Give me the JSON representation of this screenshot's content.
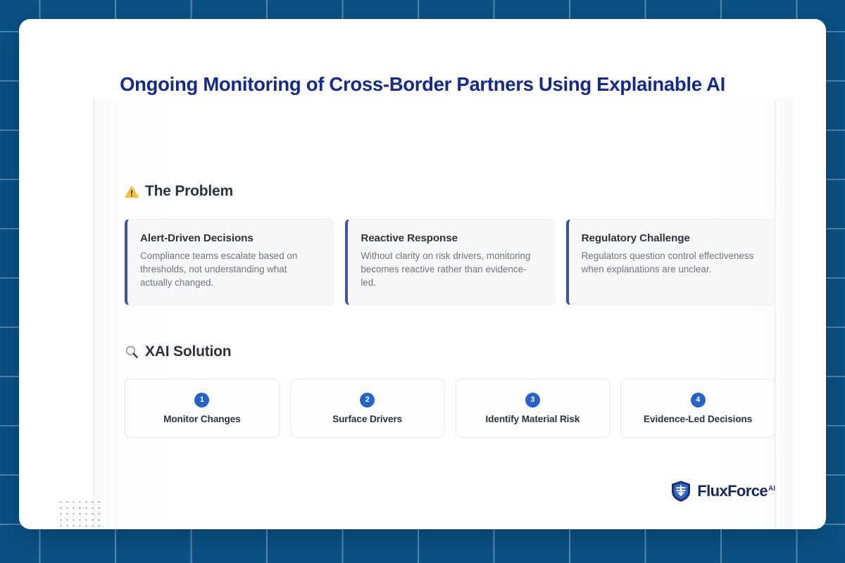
{
  "background": {
    "color": "#0b5184",
    "grid_line_color": "#add0e6"
  },
  "slide": {
    "title": "Ongoing Monitoring of Cross-Border Partners Using Explainable AI",
    "title_color": "#142a8c"
  },
  "problem_section": {
    "icon": "warning-triangle-icon",
    "heading": "The Problem",
    "accent_color": "#3f51a8",
    "cards": [
      {
        "title": "Alert-Driven Decisions",
        "body": "Compliance teams escalate based on thresholds, not understanding what actually changed."
      },
      {
        "title": "Reactive Response",
        "body": "Without clarity on risk drivers, monitoring becomes reactive rather than evidence-led."
      },
      {
        "title": "Regulatory Challenge",
        "body": "Regulators question control effectiveness when explanations are unclear."
      }
    ]
  },
  "solution_section": {
    "icon": "magnifier-icon",
    "heading": "XAI Solution",
    "badge_color": "#2563c9",
    "steps": [
      {
        "number": "1",
        "label": "Monitor Changes"
      },
      {
        "number": "2",
        "label": "Surface Drivers"
      },
      {
        "number": "3",
        "label": "Identify Material Risk"
      },
      {
        "number": "4",
        "label": "Evidence-Led Decisions"
      }
    ]
  },
  "footer": {
    "logo_mark": "shield-icon",
    "logo_name": "FluxForce",
    "logo_superscript": "AI",
    "logo_color": "#16285f"
  }
}
